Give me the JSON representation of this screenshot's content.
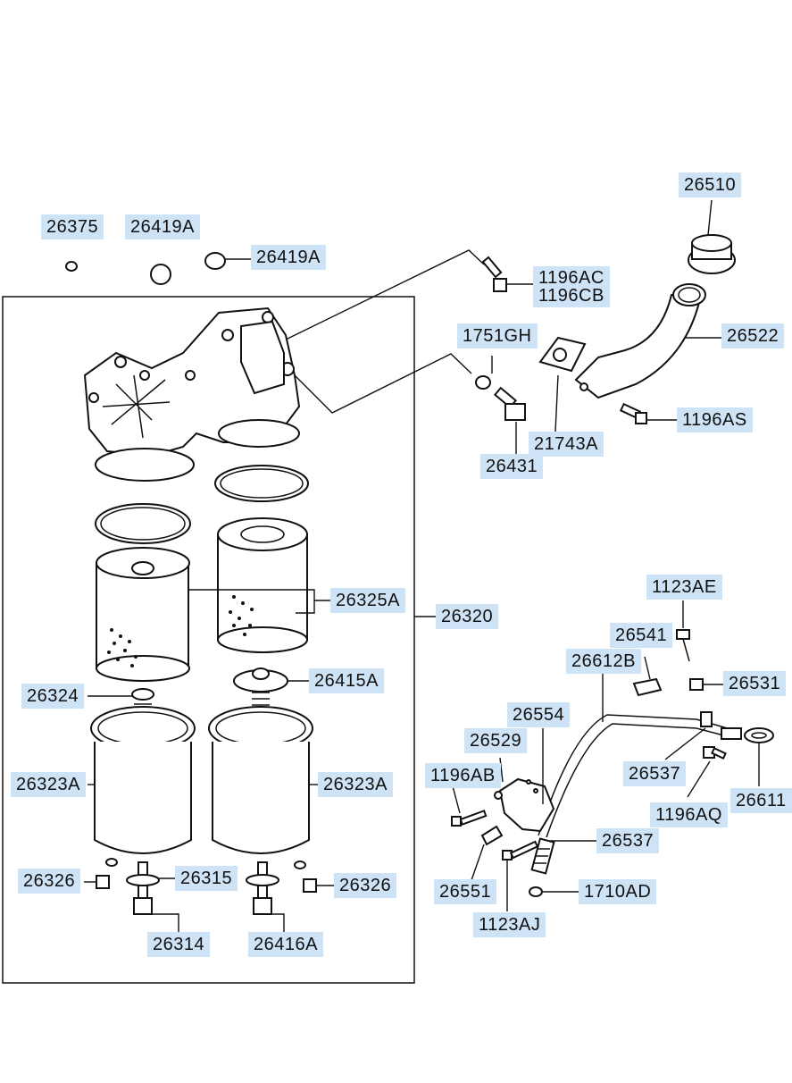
{
  "labels": {
    "l_26375": "26375",
    "l_26419A_a": "26419A",
    "l_26419A_b": "26419A",
    "l_26510": "26510",
    "l_1196AC": "1196AC\n1196CB",
    "l_1751GH": "1751GH",
    "l_26522": "26522",
    "l_1196AS": "1196AS",
    "l_21743A": "21743A",
    "l_26431": "26431",
    "l_26325A": "26325A",
    "l_26320": "26320",
    "l_26415A": "26415A",
    "l_26324": "26324",
    "l_26323A_a": "26323A",
    "l_26323A_b": "26323A",
    "l_26326_a": "26326",
    "l_26315": "26315",
    "l_26326_b": "26326",
    "l_26314": "26314",
    "l_26416A": "26416A",
    "l_1123AE": "1123AE",
    "l_26541": "26541",
    "l_26612B": "26612B",
    "l_26531": "26531",
    "l_26554": "26554",
    "l_26529": "26529",
    "l_1196AB": "1196AB",
    "l_26537_a": "26537",
    "l_1196AQ": "1196AQ",
    "l_26611": "26611",
    "l_26537_b": "26537",
    "l_26551": "26551",
    "l_1710AD": "1710AD",
    "l_1123AJ": "1123AJ"
  },
  "colors": {
    "label_bg": "#cfe3f6",
    "line": "#111111"
  }
}
